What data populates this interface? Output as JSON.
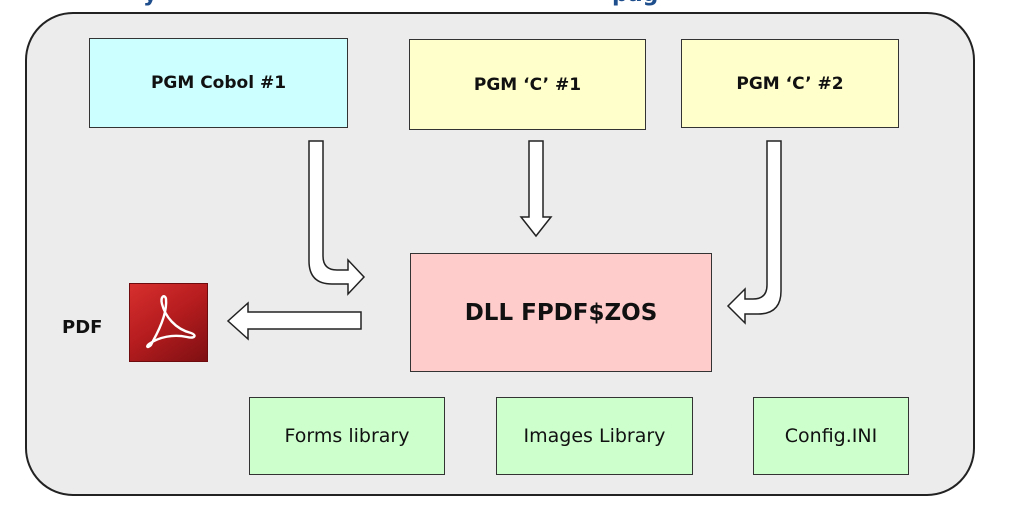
{
  "header_fragment": {
    "left": "y",
    "right": "pag"
  },
  "diagram": {
    "programs": [
      {
        "label": "PGM Cobol #1",
        "color": "#ccffff"
      },
      {
        "label": "PGM ‘C’ #1",
        "color": "#ffffcc"
      },
      {
        "label": "PGM ‘C’ #2",
        "color": "#ffffcc"
      }
    ],
    "dll": {
      "label": "DLL FPDF$ZOS",
      "color": "#ffcccc"
    },
    "libraries": [
      {
        "label": "Forms library",
        "color": "#ccffcc"
      },
      {
        "label": "Images Library",
        "color": "#ccffcc"
      },
      {
        "label": "Config.INI",
        "color": "#ccffcc"
      }
    ],
    "output": {
      "label": "PDF",
      "icon": "adobe-acrobat-pdf-icon"
    }
  }
}
